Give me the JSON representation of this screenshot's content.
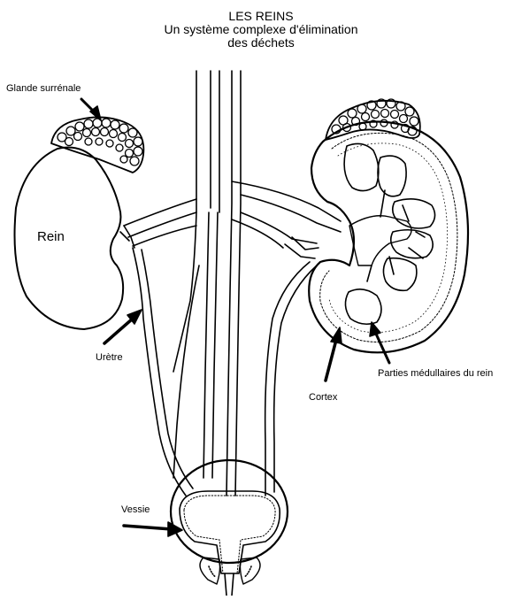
{
  "title": {
    "line1": "LES REINS",
    "line2": "Un système complexe d'élimination",
    "line3": "des déchets"
  },
  "labels": {
    "glande": "Glande surrénale",
    "rein": "Rein",
    "uretre": "Urètre",
    "parties": "Parties médullaires du rein",
    "cortex": "Cortex",
    "vessie": "Vessie"
  },
  "colors": {
    "ink": "#000000",
    "paper": "#ffffff"
  }
}
